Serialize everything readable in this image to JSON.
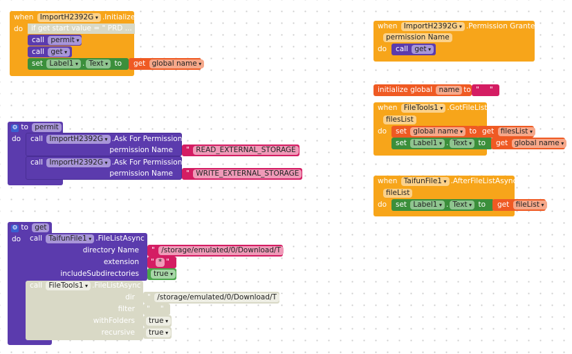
{
  "w": {
    "when": "when",
    "do": "do",
    "call": "call",
    "set": "set",
    "to": "to",
    "get": "get",
    "dot": ".",
    "q": "\""
  },
  "init": {
    "component": "ImportH2392G",
    "event": ".Initialize",
    "disabled_if": "if get start value = \" PRD ...",
    "call_permit": "permit",
    "call_get": "get",
    "label": "Label1",
    "prop": "Text",
    "global": "global name"
  },
  "perm_granted": {
    "component": "ImportH2392G",
    "event": ".Permission Granted",
    "param": "permission Name",
    "call": "get"
  },
  "init_global": {
    "label": "initialize global",
    "name": "name",
    "to": "to",
    "value": ""
  },
  "got_file_list": {
    "component": "FileTools1",
    "event": ".GotFileList",
    "param": "filesList",
    "set_var": "global name",
    "get_var": "filesList",
    "label": "Label1",
    "prop": "Text",
    "get2": "global name"
  },
  "after_list": {
    "component": "TaifunFile1",
    "event": ".AfterFileListAsync",
    "param": "fileList",
    "label": "Label1",
    "prop": "Text",
    "get_var": "fileList"
  },
  "proc_permit": {
    "to": "to",
    "name": "permit",
    "calls": [
      {
        "component": "ImportH2392G",
        "method": ".Ask For Permission",
        "arg": "permission Name",
        "value": "READ_EXTERNAL_STORAGE"
      },
      {
        "component": "ImportH2392G",
        "method": ".Ask For Permission",
        "arg": "permission Name",
        "value": "WRITE_EXTERNAL_STORAGE"
      }
    ]
  },
  "proc_get": {
    "to": "to",
    "name": "get",
    "taifun": {
      "component": "TaifunFile1",
      "method": ".FileListAsync",
      "args": [
        "directory Name",
        "extension",
        "includeSubdirectories"
      ],
      "dir": "/storage/emulated/0/Download/T",
      "ext": "*",
      "sub": "true"
    },
    "filetools": {
      "component": "FileTools1",
      "method": ".FileListAsync",
      "args": [
        "dir",
        "filter",
        "withFolders",
        "recursive"
      ],
      "dir": "/storage/emulated/0/Download/T",
      "filter": "",
      "withFolders": "true",
      "recursive": "true"
    }
  }
}
